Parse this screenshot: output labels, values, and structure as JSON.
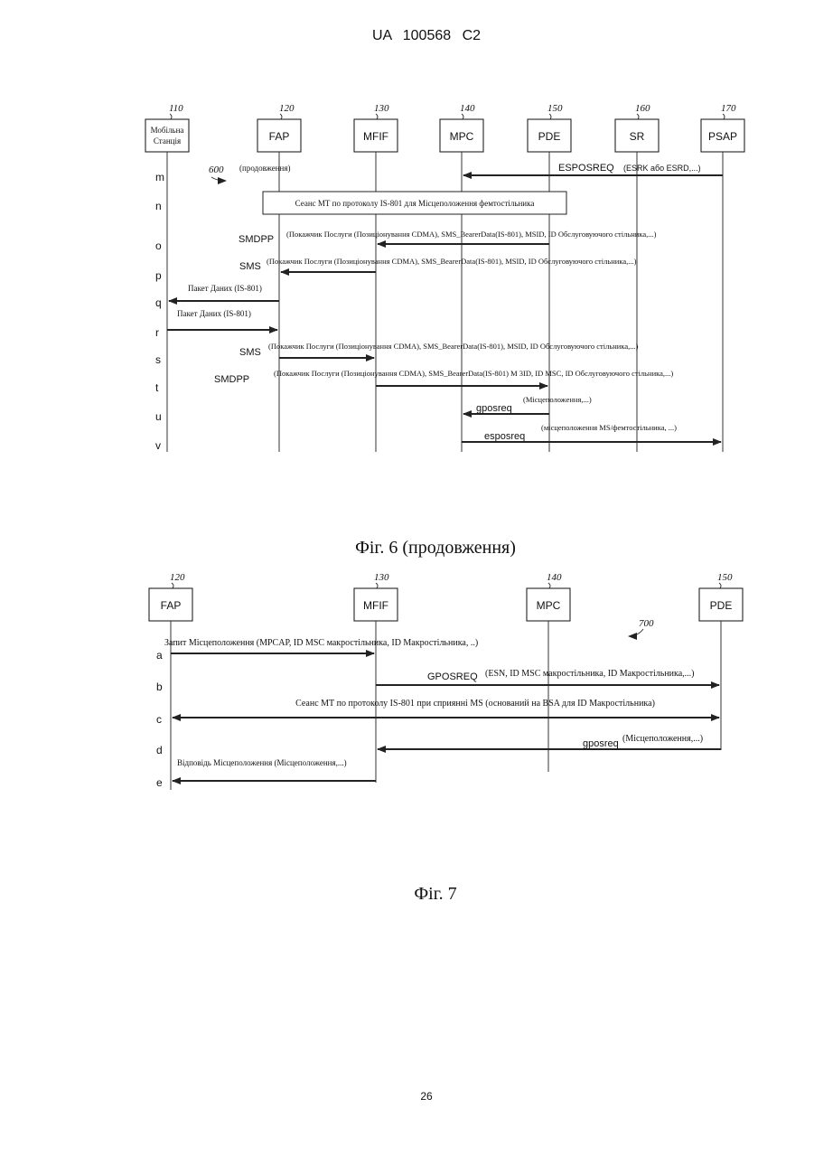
{
  "header": {
    "doc_id": "UA 100568 C2"
  },
  "footer": {
    "page_number": "26"
  },
  "fig6": {
    "caption": "Фіг. 6 (продовження)",
    "ref": "600",
    "ref_note": "(продовження)",
    "entities": [
      {
        "ref": "110",
        "lines": [
          "Мобільна",
          "Станція"
        ]
      },
      {
        "ref": "120",
        "lines": [
          "FAP"
        ]
      },
      {
        "ref": "130",
        "lines": [
          "MFIF"
        ]
      },
      {
        "ref": "140",
        "lines": [
          "MPC"
        ]
      },
      {
        "ref": "150",
        "lines": [
          "PDE"
        ]
      },
      {
        "ref": "160",
        "lines": [
          "SR"
        ]
      },
      {
        "ref": "170",
        "lines": [
          "PSAP"
        ]
      }
    ],
    "steps": [
      "m",
      "n",
      "o",
      "p",
      "q",
      "r",
      "s",
      "t",
      "u",
      "v"
    ],
    "session_box": "Сеанс МТ по протоколу IS-801 для Місцеположення фемтостільника",
    "messages": [
      {
        "name": "ESPOSREQ",
        "params": "(ESRK або ESRD,...)"
      },
      {
        "name": "SMDPP",
        "params": "(Покажчик Послуги (Позиціонування CDMA), SMS_BearerData(IS-801), MSID, ID Обслуговуючого стільника,...)"
      },
      {
        "name": "SMS",
        "params": "(Покажчик Послуги (Позиціонування CDMA), SMS_BearerData(IS-801), MSID, ID Обслуговуючого стільника,...)"
      },
      {
        "name": "",
        "params": "Пакет Даних (IS-801)"
      },
      {
        "name": "",
        "params": "Пакет Даних (IS-801)"
      },
      {
        "name": "SMS",
        "params": "(Покажчик Послуги (Позиціонування CDMA), SMS_BearerData(IS-801), MSID, ID Обслуговуючого стільника,...)"
      },
      {
        "name": "SMDPP",
        "params": "(Покажчик Послуги (Позиціонування CDMA), SMS_BearerData(IS-801) M 3ID, ID MSC, ID Обслуговуючого стільника,...)"
      },
      {
        "name": "gposreq",
        "params": "(Місцеположення,...)"
      },
      {
        "name": "esposreq",
        "params": "(місцеположення MS/фемтостільника, ...)"
      }
    ]
  },
  "fig7": {
    "caption": "Фіг. 7",
    "ref": "700",
    "entities": [
      {
        "ref": "120",
        "lines": [
          "FAP"
        ]
      },
      {
        "ref": "130",
        "lines": [
          "MFIF"
        ]
      },
      {
        "ref": "140",
        "lines": [
          "MPC"
        ]
      },
      {
        "ref": "150",
        "lines": [
          "PDE"
        ]
      }
    ],
    "steps": [
      "a",
      "b",
      "c",
      "d",
      "e"
    ],
    "messages": [
      {
        "name": "",
        "params": "Запит Місцеположення (MPCAP, ID MSC макростільника, ID Макростільника, ..)"
      },
      {
        "name": "GPOSREQ",
        "params": "(ESN, ID MSC макростільника, ID Макростільника,...)"
      },
      {
        "name": "",
        "params": "Сеанс МТ по протоколу IS-801 при сприянні MS (оснований на BSA для ID Макростільника)"
      },
      {
        "name": "gposreq",
        "params": "(Місцеположення,...)"
      },
      {
        "name": "",
        "params": "Відповідь Місцеположення (Місцеположення,...)"
      }
    ]
  }
}
